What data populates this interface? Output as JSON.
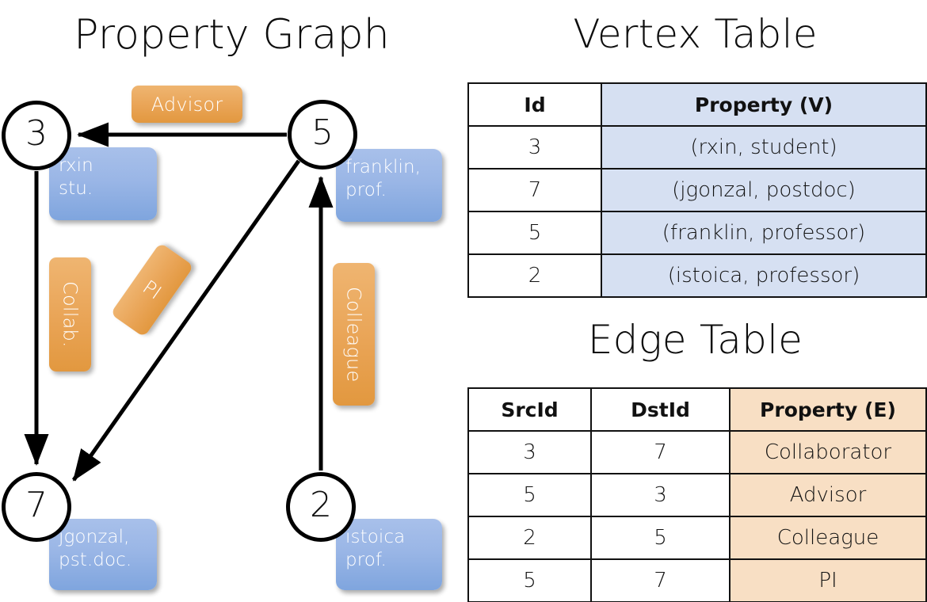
{
  "titles": {
    "property_graph": "Property Graph",
    "vertex_table": "Vertex Table",
    "edge_table": "Edge Table"
  },
  "graph": {
    "nodes": [
      {
        "id": "3",
        "prop_line1": "rxin",
        "prop_line2": "stu."
      },
      {
        "id": "5",
        "prop_line1": "franklin,",
        "prop_line2": "prof."
      },
      {
        "id": "7",
        "prop_line1": "jgonzal,",
        "prop_line2": "pst.doc."
      },
      {
        "id": "2",
        "prop_line1": "istoica",
        "prop_line2": "prof."
      }
    ],
    "edge_labels": [
      {
        "text": "Advisor"
      },
      {
        "text": "Collab."
      },
      {
        "text": "PI"
      },
      {
        "text": "Colleague"
      }
    ]
  },
  "vertex_table": {
    "headers": [
      "Id",
      "Property (V)"
    ],
    "rows": [
      {
        "id": "3",
        "property": "(rxin, student)"
      },
      {
        "id": "7",
        "property": "(jgonzal, postdoc)"
      },
      {
        "id": "5",
        "property": "(franklin, professor)"
      },
      {
        "id": "2",
        "property": "(istoica, professor)"
      }
    ]
  },
  "edge_table": {
    "headers": [
      "SrcId",
      "DstId",
      "Property (E)"
    ],
    "rows": [
      {
        "src": "3",
        "dst": "7",
        "property": "Collaborator"
      },
      {
        "src": "5",
        "dst": "3",
        "property": "Advisor"
      },
      {
        "src": "2",
        "dst": "5",
        "property": "Colleague"
      },
      {
        "src": "5",
        "dst": "7",
        "property": "PI"
      }
    ]
  },
  "colors": {
    "vertex_property_fill": "#d6e0f2",
    "edge_property_fill": "#f8dfc4",
    "node_property_box": "#95b3e8",
    "edge_label_box": "#e8a254",
    "stroke": "#111111"
  }
}
